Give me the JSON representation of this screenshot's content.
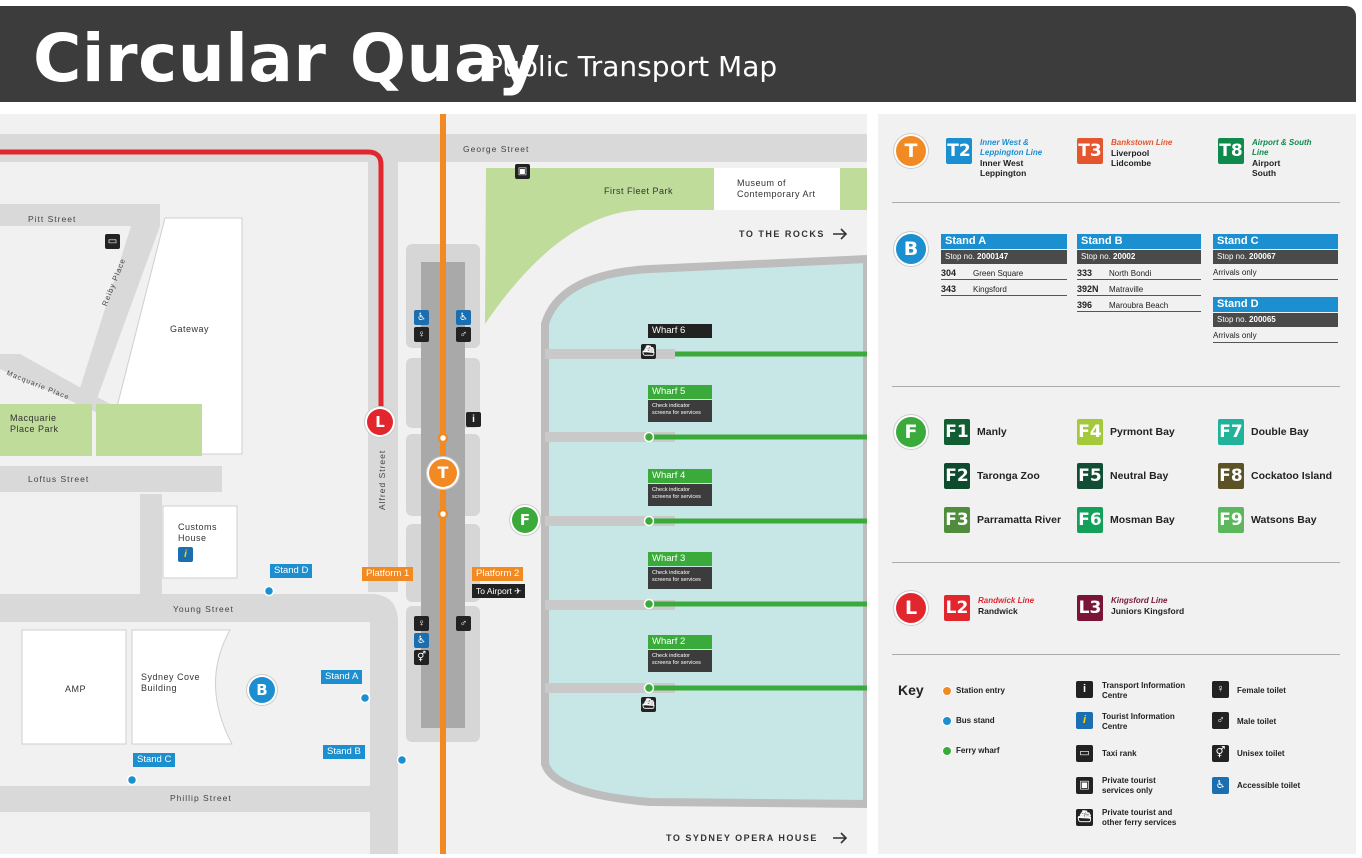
{
  "header": {
    "title": "Circular Quay",
    "subtitle": "Public Transport Map"
  },
  "colors": {
    "train": "#f28a24",
    "bus": "#1b8fcf",
    "ferry": "#3aaa3a",
    "light_rail": "#e2262e",
    "header_bg": "#3c3c3c",
    "water": "#c7e6e6",
    "park": "#bfdc9a"
  },
  "map": {
    "streets": {
      "george": "George Street",
      "pitt": "Pitt Street",
      "reiby": "Reiby Place",
      "macquarie_place": "Macquarie Place",
      "loftus": "Loftus Street",
      "young": "Young Street",
      "phillip": "Phillip Street",
      "alfred": "Alfred Street"
    },
    "places": {
      "first_fleet_park": "First Fleet Park",
      "museum": "Museum of Contemporary Art",
      "gateway": "Gateway",
      "macquarie_place_park": "Macquarie Place Park",
      "customs_house": "Customs House",
      "amp": "AMP",
      "sydney_cove_building": "Sydney Cove Building"
    },
    "directions": {
      "rocks": "TO THE ROCKS",
      "opera_house": "TO SYDNEY OPERA HOUSE"
    },
    "stands": {
      "a": "Stand A",
      "b": "Stand B",
      "c": "Stand C",
      "d": "Stand D"
    },
    "platforms": {
      "p1": "Platform 1",
      "p2": "Platform 2",
      "airport": "To Airport"
    },
    "wharves": [
      {
        "name": "Wharf 6",
        "note": ""
      },
      {
        "name": "Wharf 5",
        "note": "Check indicator screens for services"
      },
      {
        "name": "Wharf 4",
        "note": "Check indicator screens for services"
      },
      {
        "name": "Wharf 3",
        "note": "Check indicator screens for services"
      },
      {
        "name": "Wharf 2",
        "note": "Check indicator screens for services"
      }
    ],
    "badges": {
      "light_rail": "L",
      "train": "T",
      "ferry": "F",
      "bus": "B"
    }
  },
  "legend": {
    "trains": {
      "badge": "T",
      "lines": [
        {
          "code": "T2",
          "name": "Inner West & Leppington Line",
          "dests": [
            "Inner West",
            "Leppington"
          ],
          "color": "#1b8fcf"
        },
        {
          "code": "T3",
          "name": "Bankstown Line",
          "dests": [
            "Liverpool",
            "Lidcombe"
          ],
          "color": "#e4572e"
        },
        {
          "code": "T8",
          "name": "Airport & South Line",
          "dests": [
            "Airport",
            "South"
          ],
          "color": "#0e8a4d"
        }
      ]
    },
    "buses": {
      "badge": "B",
      "stop_prefix": "Stop no.",
      "stands": [
        {
          "name": "Stand A",
          "stop": "2000147",
          "routes": [
            {
              "num": "304",
              "dest": "Green Square"
            },
            {
              "num": "343",
              "dest": "Kingsford"
            }
          ]
        },
        {
          "name": "Stand B",
          "stop": "20002",
          "routes": [
            {
              "num": "333",
              "dest": "North Bondi"
            },
            {
              "num": "392N",
              "dest": "Matraville"
            },
            {
              "num": "396",
              "dest": "Maroubra Beach"
            }
          ]
        },
        {
          "name": "Stand C",
          "stop": "200067",
          "routes": [
            {
              "num": "",
              "dest": "Arrivals only"
            }
          ]
        },
        {
          "name": "Stand D",
          "stop": "200065",
          "routes": [
            {
              "num": "",
              "dest": "Arrivals only"
            }
          ]
        }
      ]
    },
    "ferries": {
      "badge": "F",
      "lines": [
        {
          "code": "F1",
          "name": "Manly",
          "color": "#115e33"
        },
        {
          "code": "F4",
          "name": "Pyrmont Bay",
          "color": "#a4c93b"
        },
        {
          "code": "F7",
          "name": "Double Bay",
          "color": "#21b29a"
        },
        {
          "code": "F2",
          "name": "Taronga Zoo",
          "color": "#0e4a2e"
        },
        {
          "code": "F5",
          "name": "Neutral Bay",
          "color": "#124e35"
        },
        {
          "code": "F8",
          "name": "Cockatoo Island",
          "color": "#5b5226"
        },
        {
          "code": "F3",
          "name": "Parramatta River",
          "color": "#4f8c3c"
        },
        {
          "code": "F6",
          "name": "Mosman Bay",
          "color": "#12a05a"
        },
        {
          "code": "F9",
          "name": "Watsons Bay",
          "color": "#5cb85c"
        }
      ]
    },
    "light_rail": {
      "badge": "L",
      "lines": [
        {
          "code": "L2",
          "name": "Randwick Line",
          "dest": "Randwick",
          "color": "#e2262e"
        },
        {
          "code": "L3",
          "name": "Kingsford Line",
          "dest": "Juniors Kingsford",
          "color": "#7a1538"
        }
      ]
    },
    "key": {
      "title": "Key",
      "items": [
        {
          "label": "Station entry",
          "icon": "orange-dot"
        },
        {
          "label": "Bus stand",
          "icon": "blue-dot"
        },
        {
          "label": "Ferry wharf",
          "icon": "green-dot"
        },
        {
          "label": "Transport Information Centre",
          "icon": "info-icon"
        },
        {
          "label": "Tourist Information Centre",
          "icon": "tourist-info-icon"
        },
        {
          "label": "Taxi rank",
          "icon": "taxi-icon"
        },
        {
          "label": "Private tourist services only",
          "icon": "private-bus-icon"
        },
        {
          "label": "Private tourist and other ferry services",
          "icon": "private-ferry-icon"
        },
        {
          "label": "Female toilet",
          "icon": "female-toilet-icon"
        },
        {
          "label": "Male toilet",
          "icon": "male-toilet-icon"
        },
        {
          "label": "Unisex toilet",
          "icon": "unisex-toilet-icon"
        },
        {
          "label": "Accessible toilet",
          "icon": "accessible-toilet-icon"
        }
      ]
    }
  }
}
